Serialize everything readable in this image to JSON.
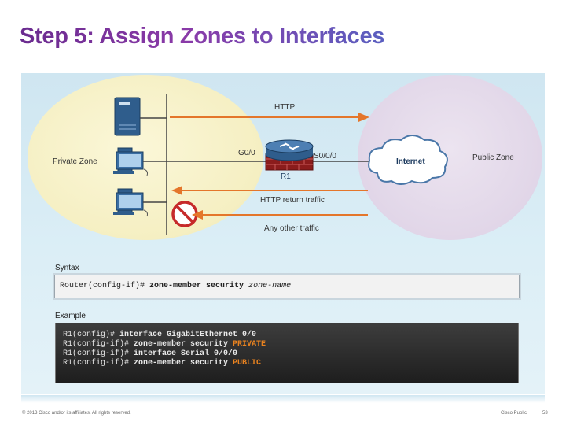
{
  "title": "Step 5: Assign Zones to Interfaces",
  "diagram": {
    "private_zone_label": "Private Zone",
    "public_zone_label": "Public Zone",
    "internet_label": "Internet",
    "router_label": "R1",
    "g00_label": "G0/0",
    "s000_label": "S0/0/0",
    "http_label": "HTTP",
    "http_return_label": "HTTP return traffic",
    "other_traffic_label": "Any other traffic"
  },
  "syntax": {
    "heading": "Syntax",
    "prompt": "Router(config-if)# ",
    "command": "zone-member security ",
    "argument": "zone-name"
  },
  "example": {
    "heading": "Example",
    "lines": [
      {
        "prompt": "R1(config)# ",
        "command": "interface GigabitEthernet 0/0",
        "arg": ""
      },
      {
        "prompt": "R1(config-if)# ",
        "command": "zone-member security ",
        "arg": "PRIVATE"
      },
      {
        "prompt": "R1(config-if)# ",
        "command": "interface Serial 0/0/0",
        "arg": ""
      },
      {
        "prompt": "R1(config-if)# ",
        "command": "zone-member security ",
        "arg": "PUBLIC"
      }
    ]
  },
  "footer": {
    "copyright": "© 2013 Cisco and/or its affiliates. All rights reserved.",
    "classification": "Cisco Public",
    "page_number": "53"
  },
  "colors": {
    "arrow": "#e4762b",
    "title_gradient_start": "#6a2b8f",
    "title_gradient_end": "#5a5fc0",
    "code_highlight": "#e8821f"
  }
}
